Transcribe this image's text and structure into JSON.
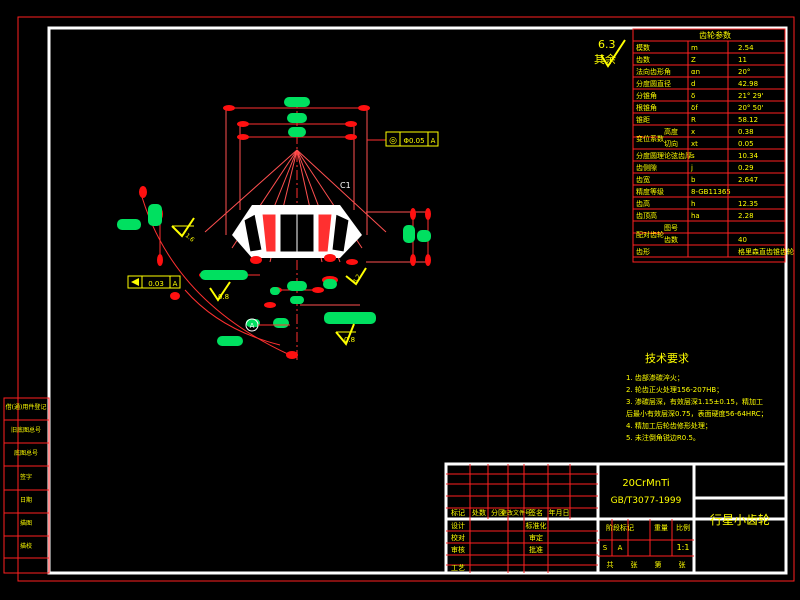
{
  "surface_finish_rest": {
    "value": "6.3",
    "label": "其余"
  },
  "params": {
    "title": "齿轮参数",
    "rows": [
      {
        "name": "模数",
        "sym": "m",
        "val": "2.54"
      },
      {
        "name": "齿数",
        "sym": "Z",
        "val": "11"
      },
      {
        "name": "法向齿形角",
        "sym": "αn",
        "val": "20°"
      },
      {
        "name": "分度圆直径",
        "sym": "d",
        "val": "42.98"
      },
      {
        "name": "分锥角",
        "sym": "δ",
        "val": "21° 29'"
      },
      {
        "name": "根锥角",
        "sym": "δf",
        "val": "20° 50'"
      },
      {
        "name": "锥距",
        "sym": "R",
        "val": "58.12"
      },
      {
        "name": "高度",
        "group": "变位系数",
        "sym": "x",
        "val": "0.38"
      },
      {
        "name": "切向",
        "group": "变位系数",
        "sym": "xt",
        "val": "0.05"
      },
      {
        "name": "分度圆理论弦齿厚",
        "sym": "s",
        "val": "10.34"
      },
      {
        "name": "齿侧隙",
        "sym": "j",
        "val": "0.29"
      },
      {
        "name": "齿宽",
        "sym": "b",
        "val": "2.647"
      },
      {
        "name": "精度等级",
        "sym": "8-GB11365",
        "val": ""
      },
      {
        "name": "齿高",
        "sym": "h",
        "val": "12.35"
      },
      {
        "name": "齿顶高",
        "sym": "ha",
        "val": "2.28"
      },
      {
        "name": "图号",
        "group": "配对齿轮",
        "sym": "",
        "val": ""
      },
      {
        "name": "齿数",
        "group": "配对齿轮",
        "sym": "",
        "val": "40"
      },
      {
        "name": "齿形",
        "sym": "",
        "val": "格里森直齿锥齿轮"
      }
    ]
  },
  "tech_req": {
    "title": "技术要求",
    "items": [
      "1. 齿部渗碳淬火；",
      "2. 轮齿正火处理156-207HB；",
      "3. 渗碳层深，有效层深1.15±0.15，精加工",
      "   后最小有效层深0.75，表面硬度56-64HRC；",
      "4. 精加工后轮齿修形处理；",
      "5. 未注倒角锐边R0.5。"
    ]
  },
  "title_block": {
    "material": "20CrMnTi",
    "standard": "GB/T3077-1999",
    "part_name": "行星小齿轮",
    "header_labels": [
      "标记",
      "处数",
      "分区",
      "更改文件号",
      "签名",
      "年月日"
    ],
    "row_labels": [
      "设计",
      "校对",
      "审核",
      "工艺"
    ],
    "mid_labels": [
      "标准化",
      "审定",
      "批准"
    ],
    "stage_labels": [
      "阶段标记",
      "重量",
      "比例"
    ],
    "stage_marks": [
      "S",
      "A"
    ],
    "scale": "1:1",
    "sheet_labels": [
      "共",
      "张",
      "第",
      "张"
    ]
  },
  "left_strip": [
    "借(通)用件登记",
    "旧底图总号",
    "底图总号",
    "签字",
    "日期",
    "描图",
    "描校"
  ],
  "drawing": {
    "tol_frame_1": {
      "symbol": "◎",
      "value": "Φ0.05",
      "datum": "A"
    },
    "tol_frame_2": {
      "symbol": "⟋",
      "value": "0.03",
      "datum": "A"
    },
    "datum_label": "A",
    "roughness": [
      "1.6",
      "0.8",
      "0.8",
      "3.2"
    ],
    "chamfer": "C1"
  },
  "colors": {
    "frame": "#ffffff",
    "table": "#ff2020",
    "text": "#ffff00",
    "dim_text": "#00e060"
  }
}
